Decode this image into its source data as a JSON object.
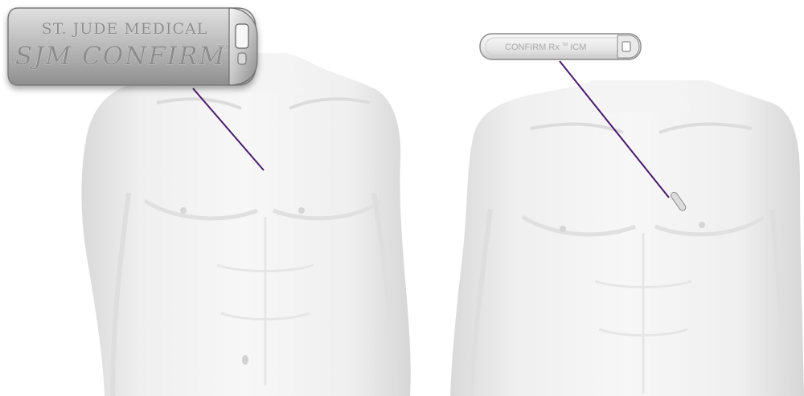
{
  "left_panel": {
    "device_label_top": "ST. JUDE MEDICAL",
    "device_label_bottom": "SJM CONFIRM",
    "device_label_mark": "TM"
  },
  "right_panel": {
    "device_label": "CONFIRM Rx",
    "device_label_mark": "TM",
    "device_label_suffix": "ICM"
  },
  "colors": {
    "pointer_line": "#4b1a6e",
    "skin": "#f1f1f1",
    "device_metal": "#b9b9b9"
  }
}
